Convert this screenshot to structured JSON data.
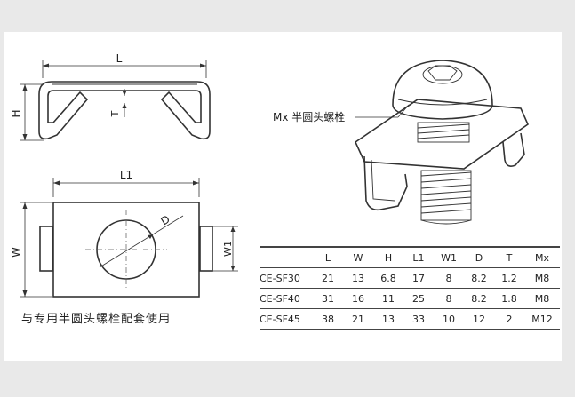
{
  "labels": {
    "L": "L",
    "H": "H",
    "T": "T",
    "L1": "L1",
    "W": "W",
    "D": "D",
    "W1": "W1",
    "bolt_callout": "Mx 半圆头螺栓",
    "caption": "与专用半圆头螺栓配套使用"
  },
  "table": {
    "headers": [
      "",
      "L",
      "W",
      "H",
      "L1",
      "W1",
      "D",
      "T",
      "Mx"
    ],
    "rows": [
      [
        "CE-SF30",
        "21",
        "13",
        "6.8",
        "17",
        "8",
        "8.2",
        "1.2",
        "M8"
      ],
      [
        "CE-SF40",
        "31",
        "16",
        "11",
        "25",
        "8",
        "8.2",
        "1.8",
        "M8"
      ],
      [
        "CE-SF45",
        "38",
        "21",
        "13",
        "33",
        "10",
        "12",
        "2",
        "M12"
      ]
    ]
  }
}
